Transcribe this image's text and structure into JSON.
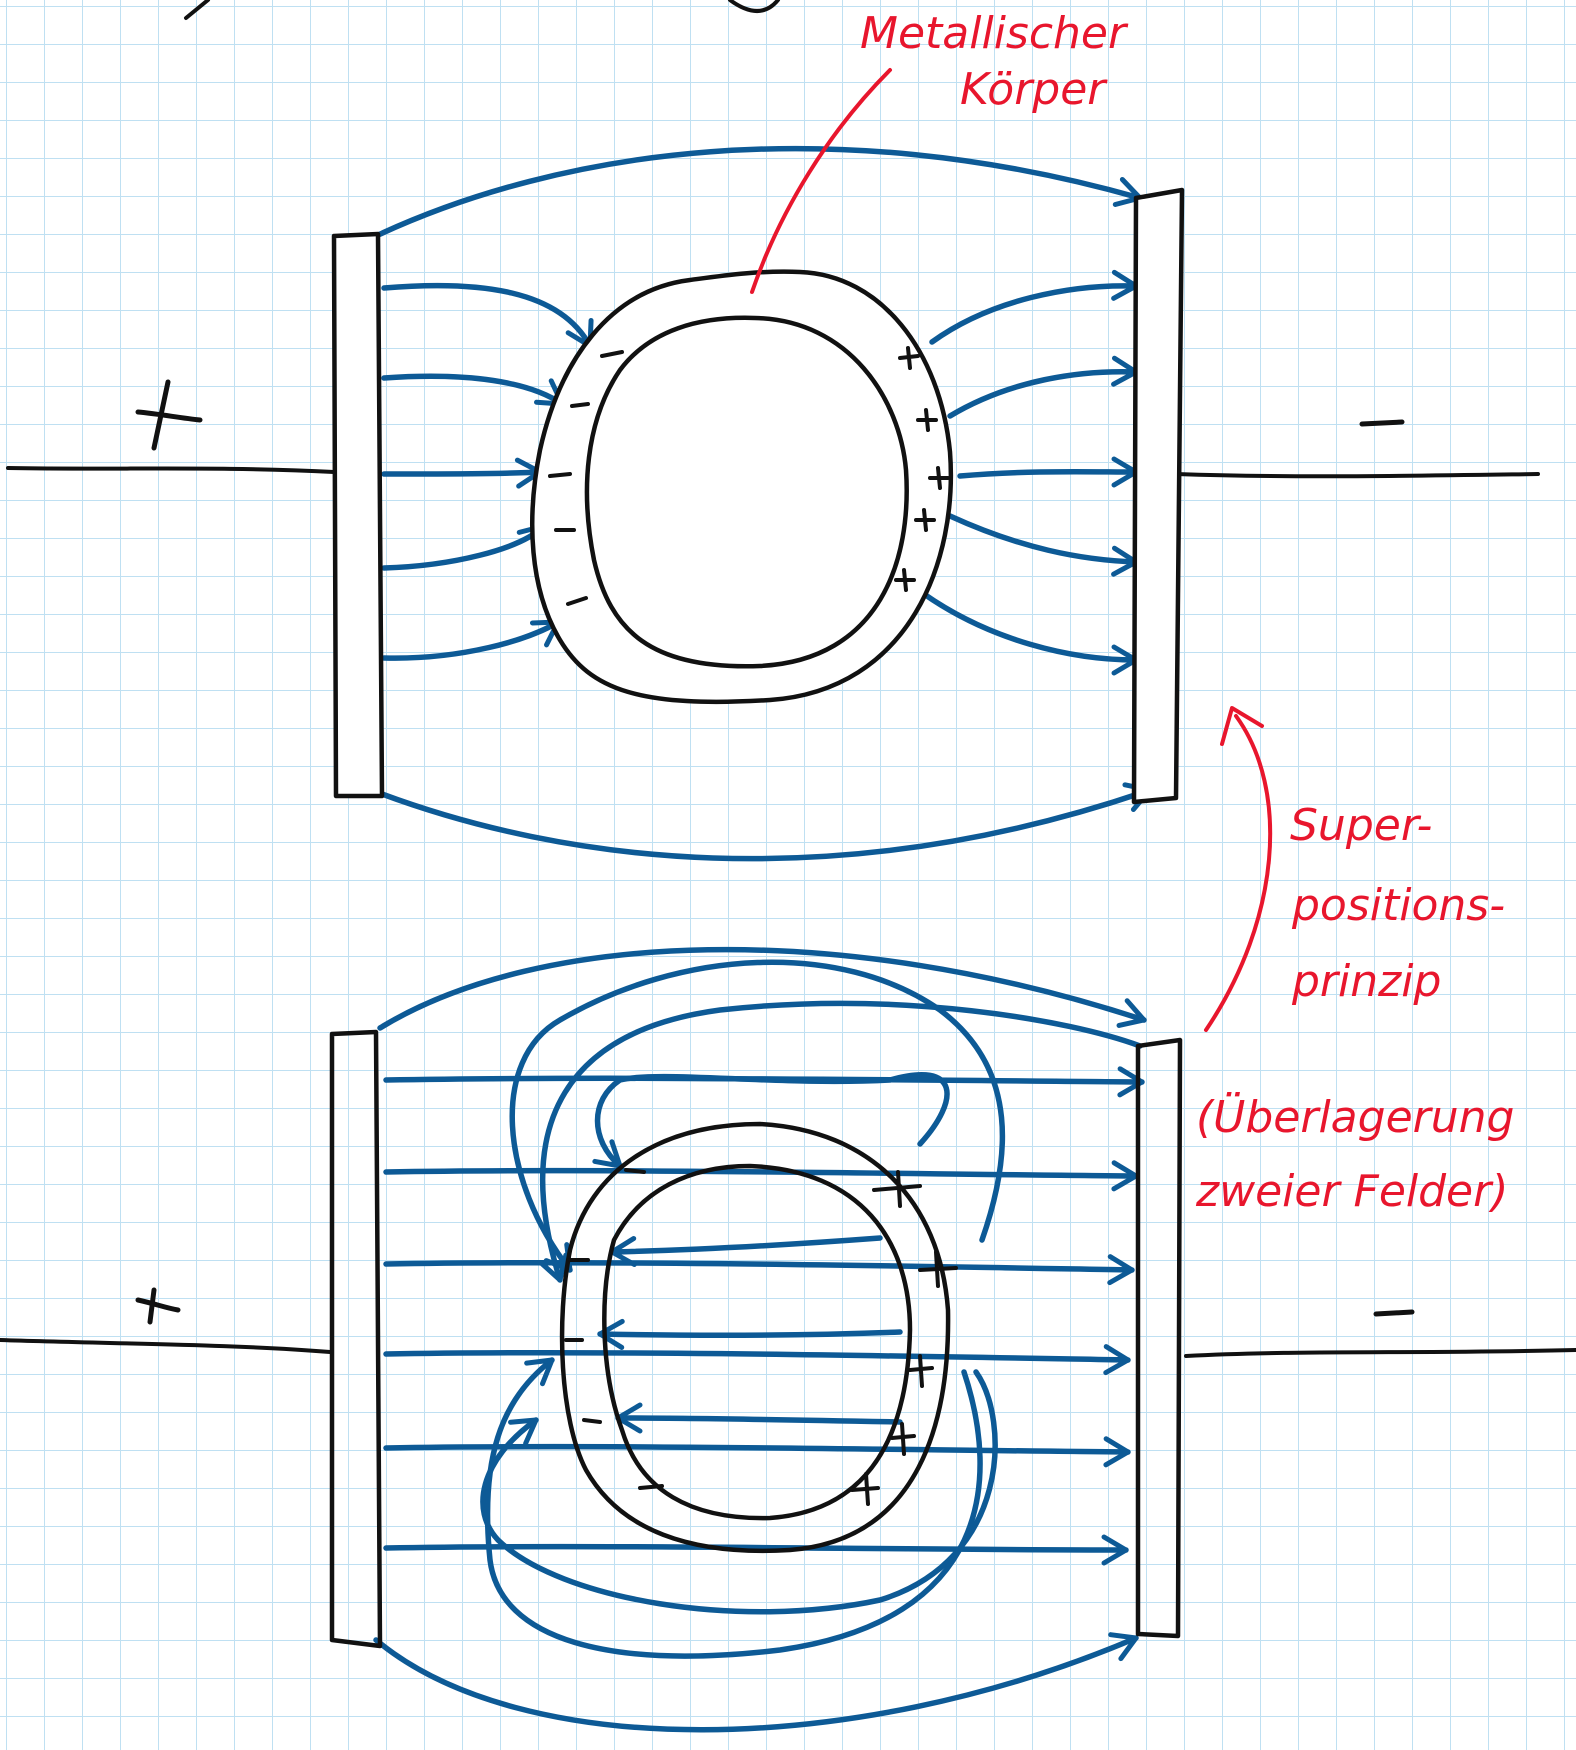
{
  "labels": {
    "body": [
      "Metallischer",
      "Körper"
    ],
    "principle": [
      "Super-",
      "positions-",
      "prinzip"
    ],
    "superposition": [
      "(Überlagerung",
      "zweier Felder)"
    ]
  },
  "top": {
    "left_pole": "+",
    "right_pole": "–",
    "inner_minus": [
      "–",
      "–",
      "–",
      "–",
      "–"
    ],
    "inner_plus": [
      "+",
      "+",
      "+",
      "+",
      "+"
    ]
  },
  "bottom": {
    "left_pole": "+",
    "right_pole": "–",
    "inner_minus": [
      "–",
      "–",
      "–",
      "–",
      "–"
    ],
    "inner_plus": [
      "+",
      "+",
      "+",
      "+",
      "+"
    ]
  },
  "colors": {
    "field_lines": "#0d5a96",
    "ink": "#111111",
    "annotation": "#e8162d",
    "grid": "#bfe0f2"
  },
  "icons": [
    "field-arrow",
    "charge-plus",
    "charge-minus"
  ]
}
